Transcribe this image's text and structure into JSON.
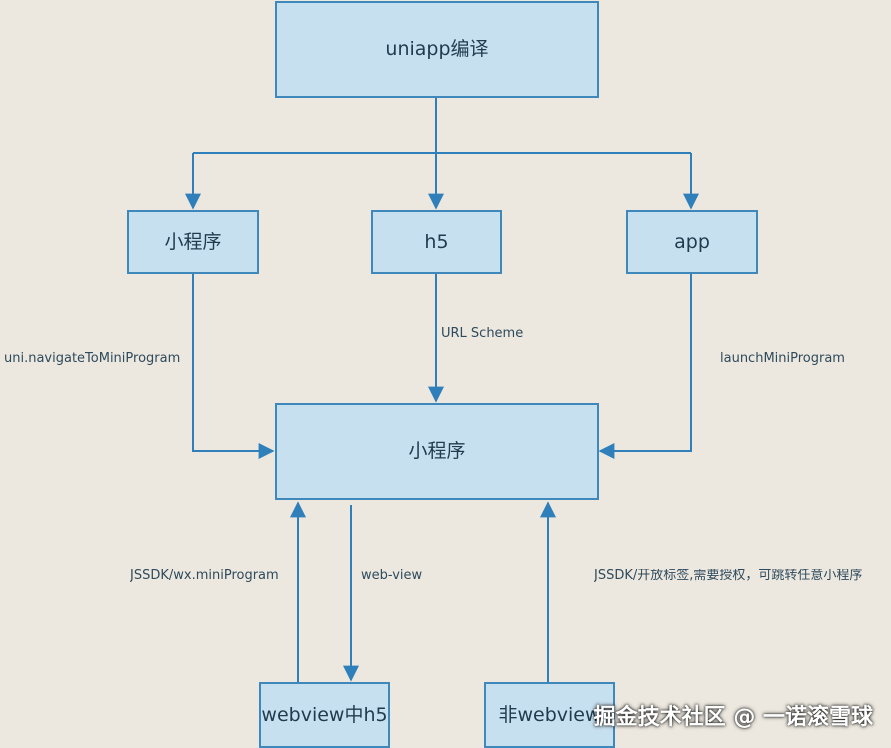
{
  "diagram": {
    "nodes": {
      "top": "uniapp编译",
      "mini_program_left": "小程序",
      "h5": "h5",
      "app": "app",
      "mini_program_center": "小程序",
      "webview_h5": "webview中h5",
      "non_webview": "非webview"
    },
    "edge_labels": {
      "navigate": "uni.navigateToMiniProgram",
      "url_scheme": "URL Scheme",
      "launch": "launchMiniProgram",
      "jssdk_wx": "JSSDK/wx.miniProgram",
      "web_view": "web-view",
      "jssdk_open": "JSSDK/开放标签,需要授权，可跳转任意小程序"
    }
  },
  "watermark": "掘金技术社区 @ 一诺滚雪球",
  "colors": {
    "background": "#ece8df",
    "node_fill": "#c7e0f0",
    "node_stroke": "#3f88bc",
    "line": "#2f7fbb",
    "text": "#1f3b4d"
  }
}
